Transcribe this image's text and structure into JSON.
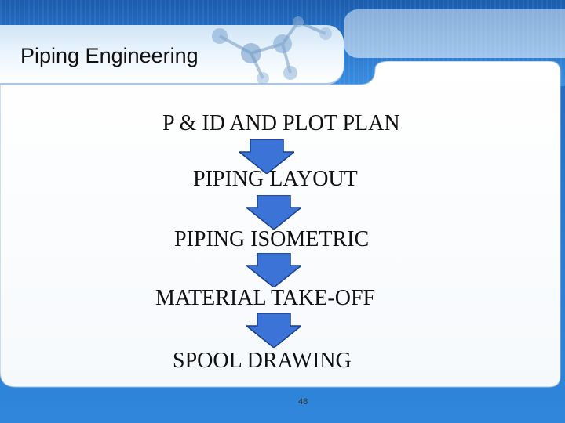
{
  "slide": {
    "title": "Piping Engineering",
    "page_number": "48"
  },
  "flow": {
    "steps": [
      "P & ID AND PLOT PLAN",
      "PIPING LAYOUT",
      "PIPING ISOMETRIC",
      "MATERIAL TAKE-OFF",
      "SPOOL DRAWING"
    ],
    "arrow_icon": "down-arrow-icon",
    "arrow_color": "#3b73d6",
    "arrow_stroke": "#1a3f8a"
  },
  "theme": {
    "background_color": "#2a78cf",
    "panel_color": "#ffffff",
    "molecule_decoration": "molecule-icon"
  }
}
